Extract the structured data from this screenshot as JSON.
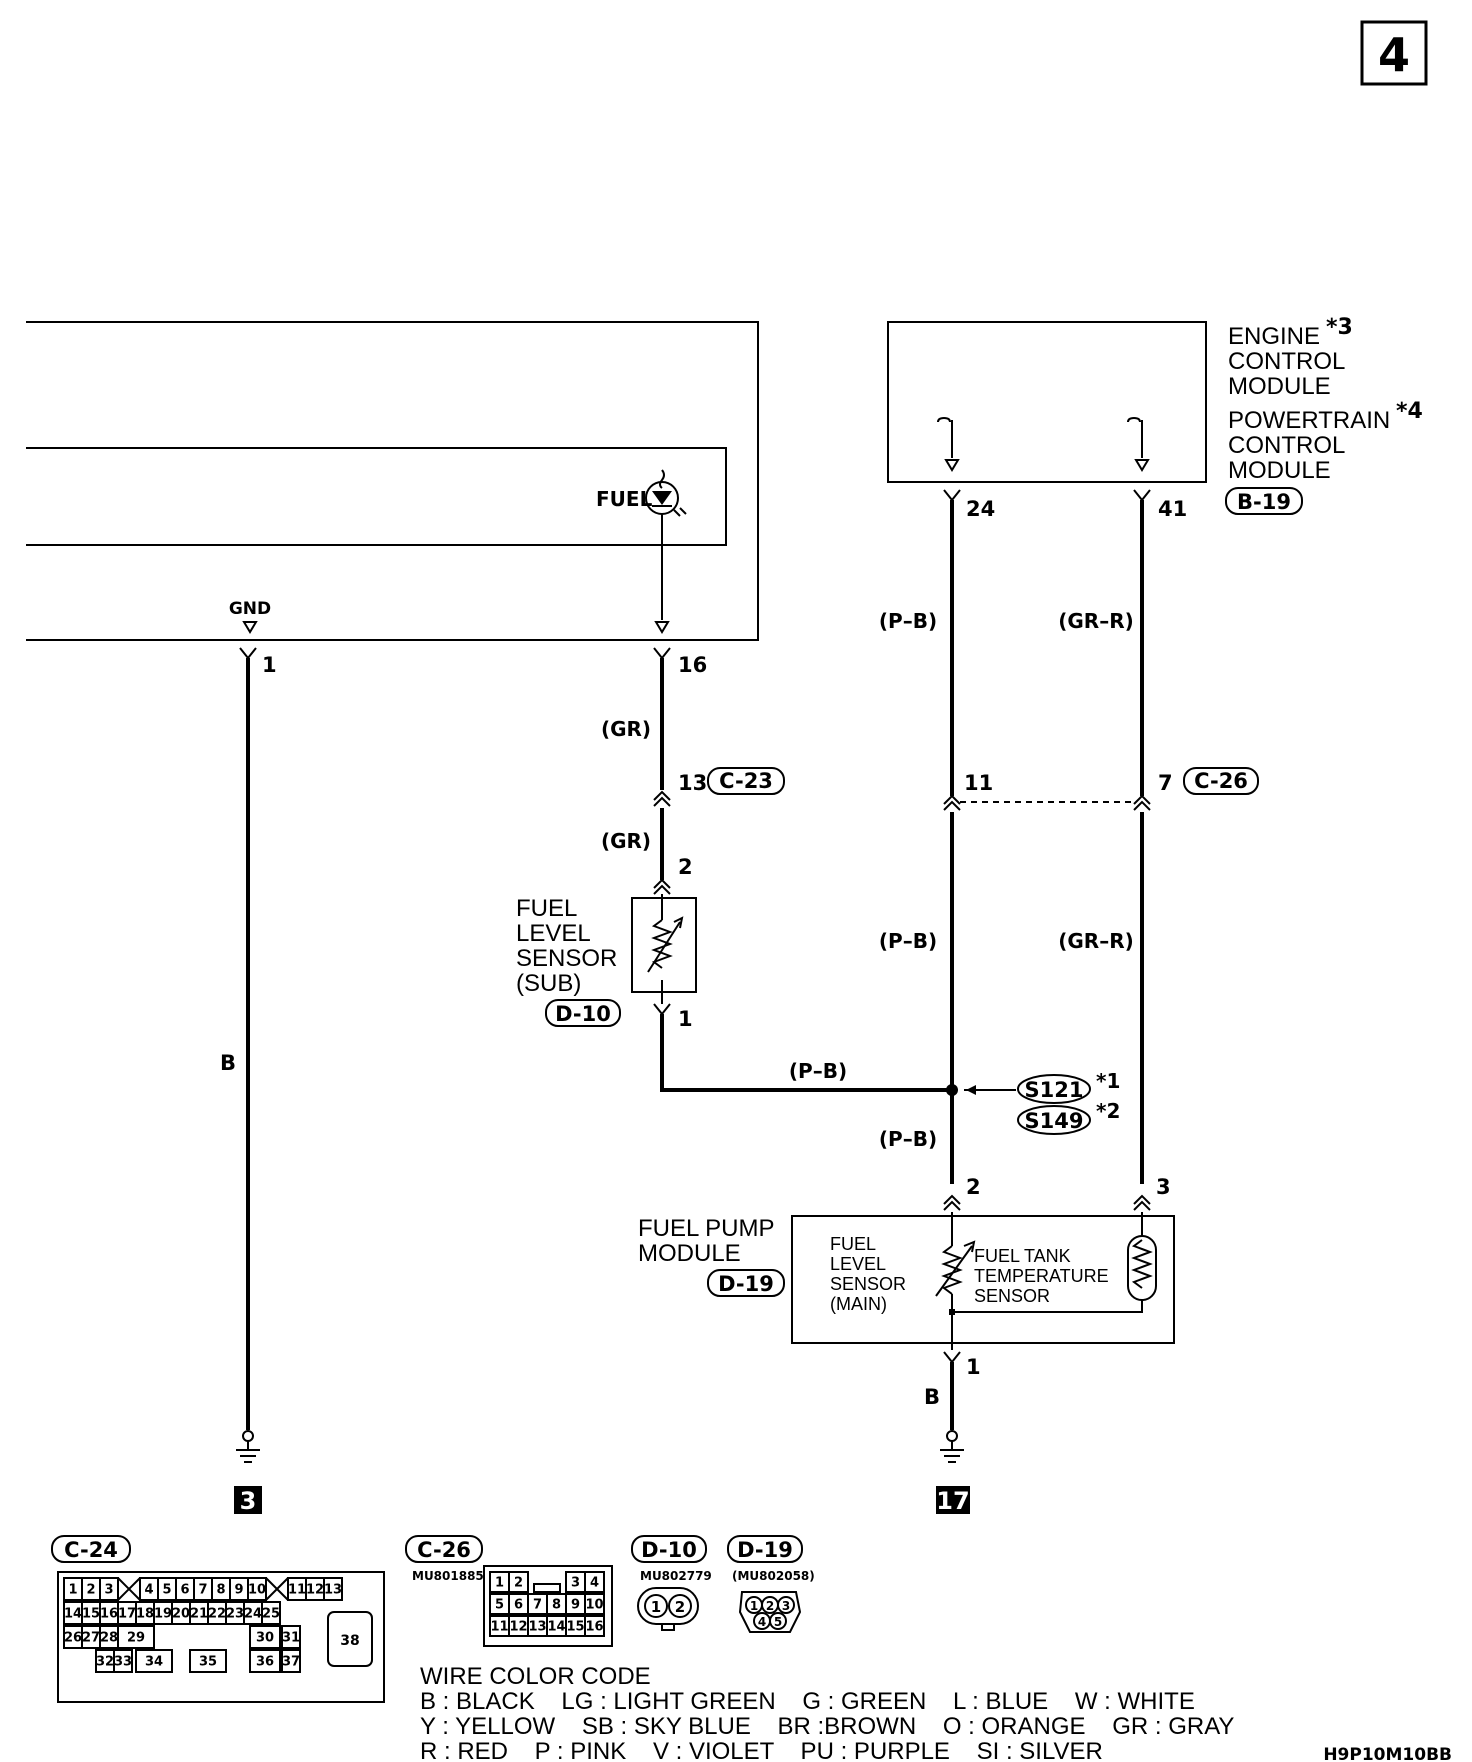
{
  "page_number": "4",
  "doc_code": "H9P10M10BB",
  "combination_meter": {
    "fuel_indicator_label": "FUEL",
    "gnd_label": "GND",
    "pin_gnd": "1",
    "pin_fuel": "16"
  },
  "ecm": {
    "line1": "ENGINE",
    "note1": "*3",
    "line2": "CONTROL",
    "line3": "MODULE",
    "line4": "POWERTRAIN",
    "note2": "*4",
    "line5": "CONTROL",
    "line6": "MODULE",
    "connector": "B-19",
    "pin_a": "24",
    "pin_b": "41"
  },
  "wires": {
    "b": "B",
    "gr": "(GR)",
    "pb": "(P–B)",
    "grr": "(GR–R)"
  },
  "connector_c23": {
    "label": "C-23",
    "pin": "13"
  },
  "connector_c26": {
    "label": "C-26",
    "pin_a": "11",
    "pin_b": "7"
  },
  "fuel_level_sensor_sub": {
    "line1": "FUEL",
    "line2": "LEVEL",
    "line3": "SENSOR",
    "line4": "(SUB)",
    "connector": "D-10",
    "pin_top": "2",
    "pin_bottom": "1"
  },
  "splices": [
    {
      "label": "S121",
      "note": "*1"
    },
    {
      "label": "S149",
      "note": "*2"
    }
  ],
  "fuel_pump_module": {
    "line1": "FUEL PUMP",
    "line2": "MODULE",
    "connector": "D-19",
    "pin_2": "2",
    "pin_3": "3",
    "pin_1": "1",
    "main_sensor": [
      "FUEL",
      "LEVEL",
      "SENSOR",
      "(MAIN)"
    ],
    "temp_sensor": [
      "FUEL TANK",
      "TEMPERATURE",
      "SENSOR"
    ]
  },
  "grounds": {
    "left": "3",
    "right": "17"
  },
  "connector_views": {
    "c24": {
      "label": "C-24",
      "row1": [
        "1",
        "2",
        "3",
        "4",
        "5",
        "6",
        "7",
        "8",
        "9",
        "10",
        "11",
        "12",
        "13"
      ],
      "row2": [
        "14",
        "15",
        "16",
        "17",
        "18",
        "19",
        "20",
        "21",
        "22",
        "23",
        "24",
        "25"
      ],
      "row3": [
        "26",
        "27",
        "28",
        "29",
        "30",
        "31"
      ],
      "row4": [
        "32",
        "33",
        "34",
        "35",
        "36",
        "37"
      ],
      "big": "38"
    },
    "c26": {
      "label": "C-26",
      "part": "MU801885",
      "row1": [
        "1",
        "2",
        "3",
        "4"
      ],
      "row2": [
        "5",
        "6",
        "7",
        "8",
        "9",
        "10"
      ],
      "row3": [
        "11",
        "12",
        "13",
        "14",
        "15",
        "16"
      ]
    },
    "d10": {
      "label": "D-10",
      "part": "MU802779",
      "pins": [
        "1",
        "2"
      ]
    },
    "d19": {
      "label": "D-19",
      "part": "(MU802058)",
      "pins": [
        "1",
        "2",
        "3",
        "4",
        "5"
      ]
    }
  },
  "color_code": {
    "title": "WIRE COLOR CODE",
    "line1": "B : BLACK    LG : LIGHT GREEN    G : GREEN    L : BLUE    W : WHITE",
    "line2": "Y : YELLOW    SB : SKY BLUE    BR :BROWN    O : ORANGE    GR : GRAY",
    "line3": "R : RED    P : PINK    V : VIOLET    PU : PURPLE    SI : SILVER"
  }
}
